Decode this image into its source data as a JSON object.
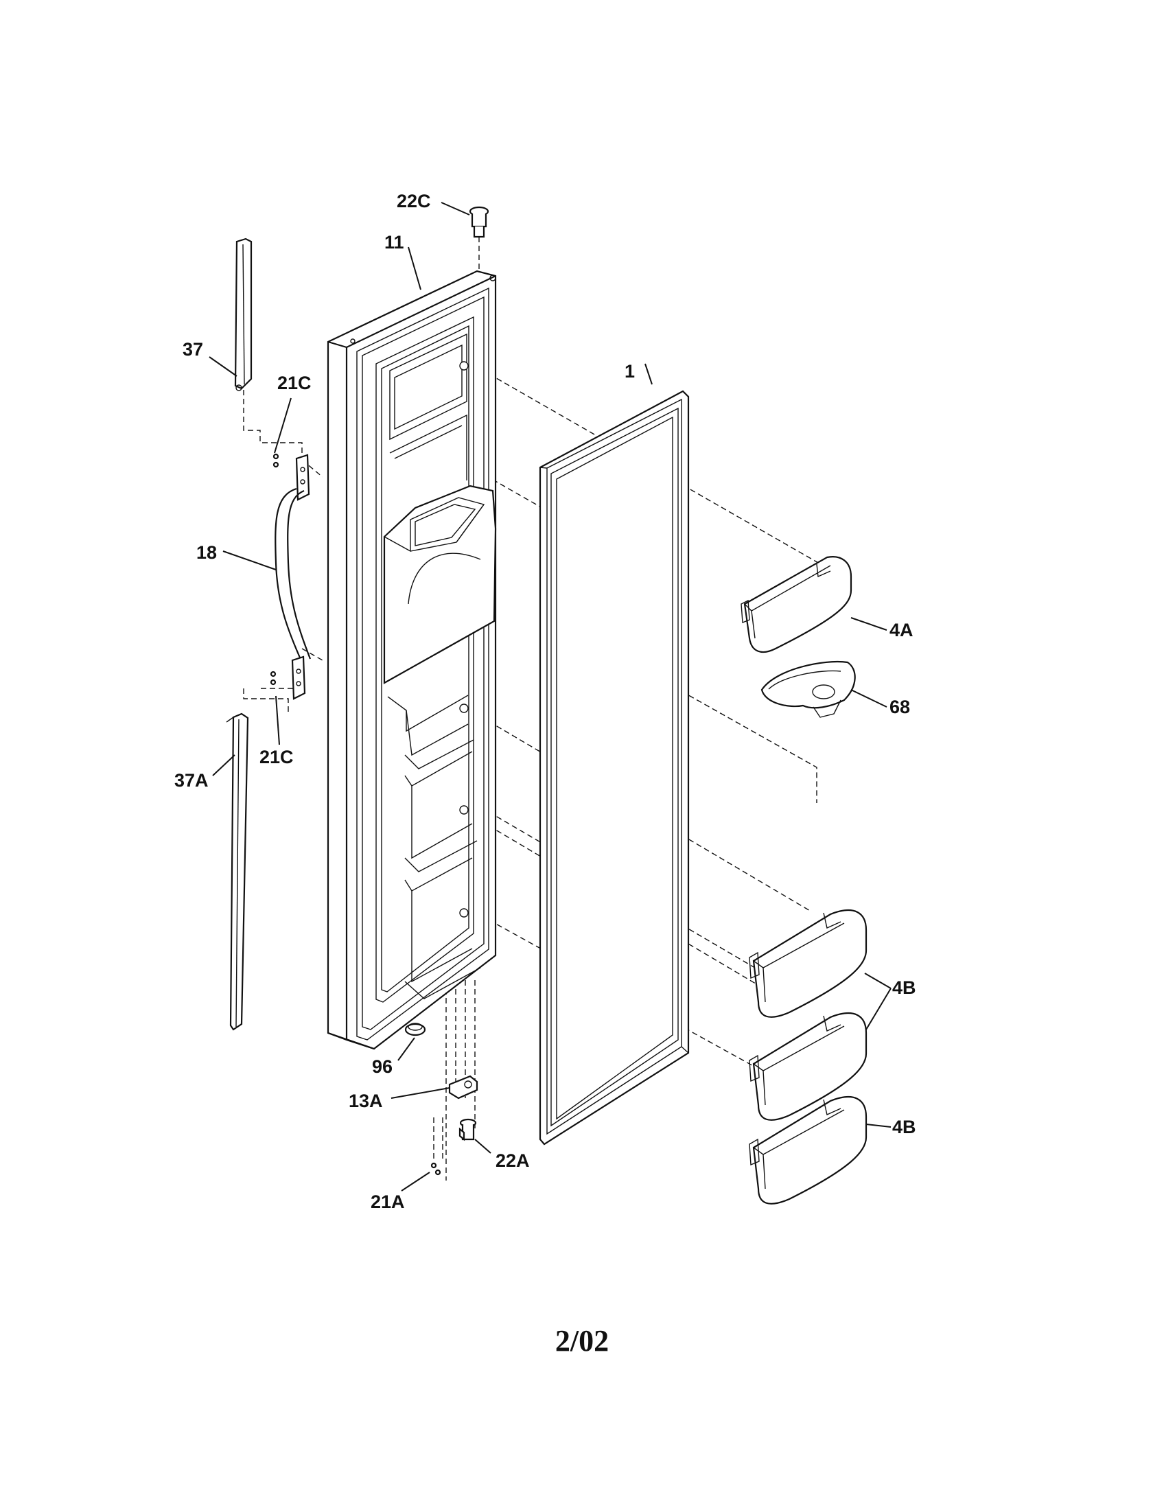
{
  "diagram": {
    "page_code": "2/02",
    "parts": {
      "door_shell": "11",
      "door_gasket": "1",
      "hinge_pin_top": "22C",
      "trim_strip_top": "37",
      "trim_strip_bottom": "37A",
      "screws_upper": "21C",
      "screws_lower": "21C",
      "handle": "18",
      "bin_upper": "4A",
      "dispenser_cup": "68",
      "bins_middle": "4B",
      "bin_lower": "4B",
      "plug_button": "96",
      "hinge_bracket_bottom": "13A",
      "hinge_pin_bottom": "22A",
      "screw_bottom": "21A"
    }
  }
}
